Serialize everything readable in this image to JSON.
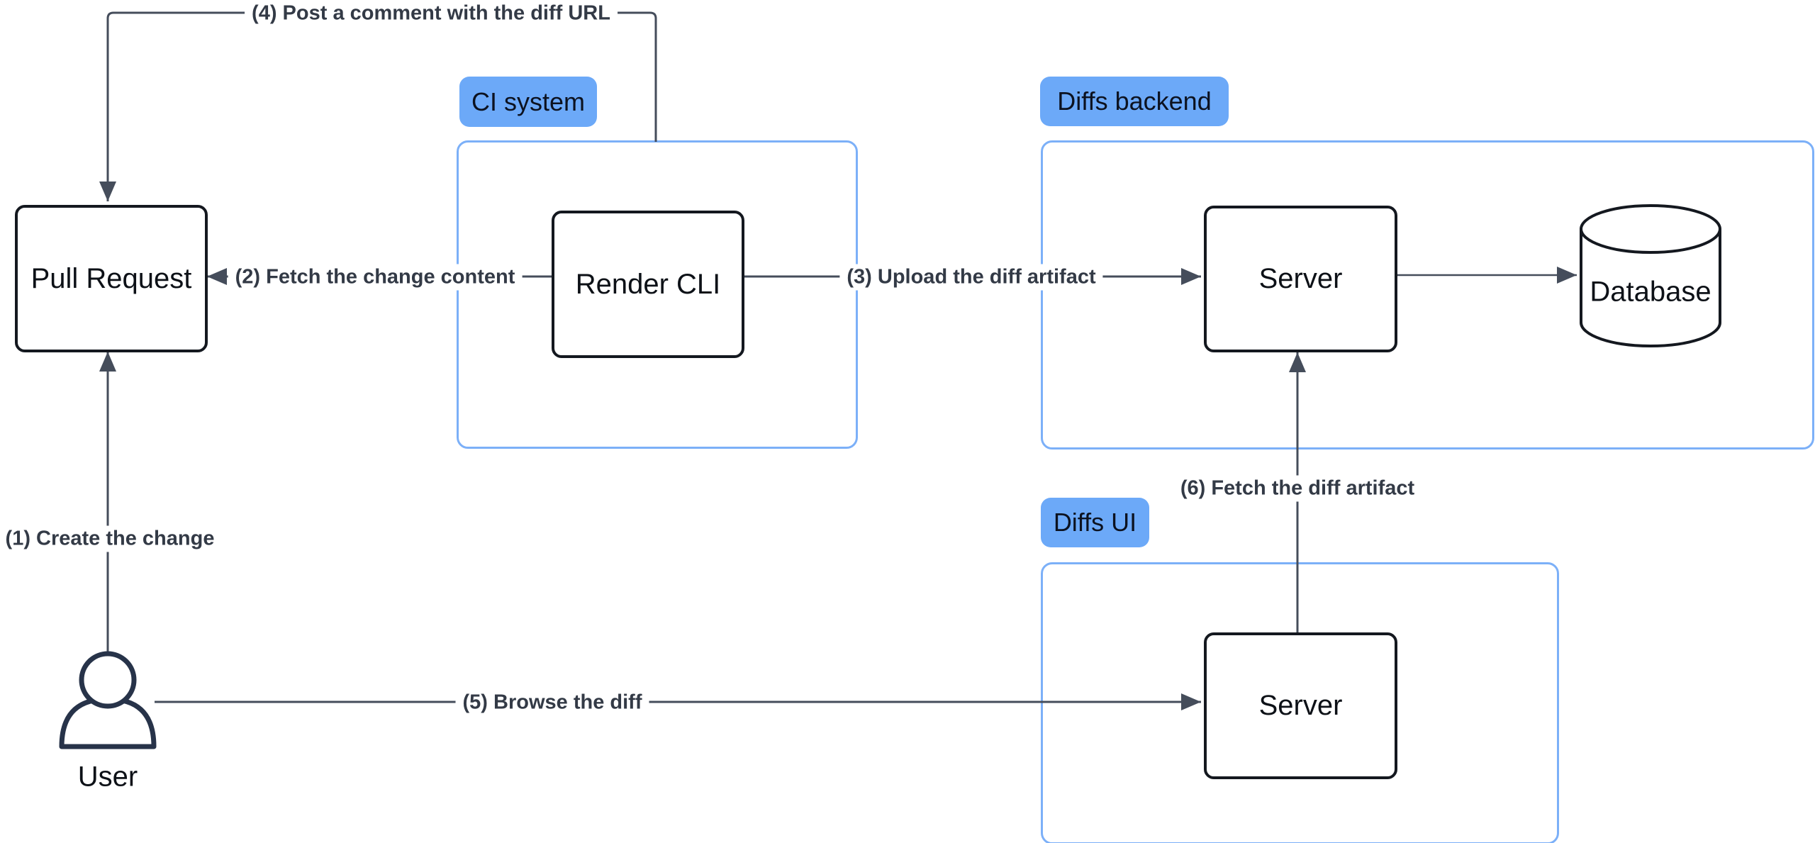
{
  "diagram": {
    "colors": {
      "background": "#ffffff",
      "tag_background": "#6ca9f8",
      "container_border": "#7cb0f8",
      "connector": "#454d5b",
      "node_border": "#14181f",
      "node_text": "#0d1117",
      "edge_label_text": "#333a46",
      "user_icon_stroke": "#273349"
    },
    "containers": {
      "ci_system": {
        "label": "CI system"
      },
      "diffs_backend": {
        "label": "Diffs backend"
      },
      "diffs_ui": {
        "label": "Diffs UI"
      }
    },
    "nodes": {
      "pull_request": {
        "label": "Pull Request"
      },
      "render_cli": {
        "label": "Render CLI"
      },
      "backend_server": {
        "label": "Server"
      },
      "database": {
        "label": "Database"
      },
      "ui_server": {
        "label": "Server"
      },
      "user": {
        "label": "User"
      }
    },
    "edges": {
      "create_change": {
        "label": "(1) Create the change"
      },
      "fetch_change_content": {
        "label": "(2) Fetch the change content"
      },
      "upload_diff_artifact": {
        "label": "(3) Upload the diff artifact"
      },
      "post_comment": {
        "label": "(4) Post a comment with the diff URL"
      },
      "browse_diff": {
        "label": "(5) Browse the diff"
      },
      "fetch_diff_artifact": {
        "label": "(6) Fetch the diff artifact"
      },
      "server_to_database": {
        "label": ""
      }
    }
  }
}
